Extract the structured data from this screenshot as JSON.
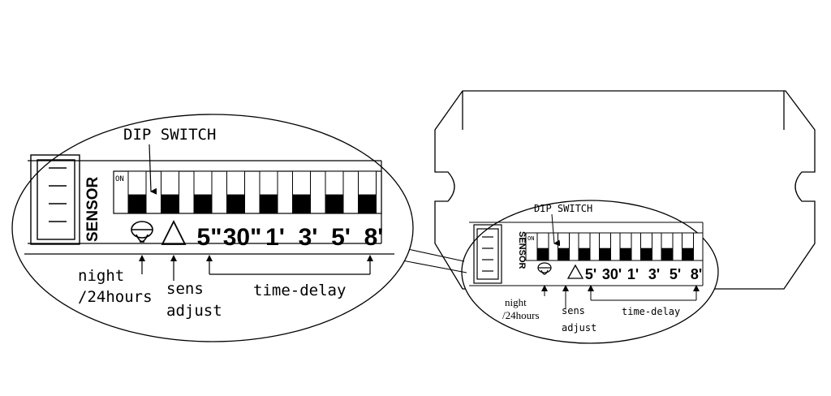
{
  "zoomed": {
    "dip_switch_label": "DIP SWITCH",
    "on_label": "ON",
    "sensor_label": "SENSOR",
    "settings": [
      "5\"",
      "30\"",
      "1'",
      "3'",
      "5'",
      "8'"
    ],
    "callouts": {
      "night": "night",
      "hours": "/24hours",
      "sens": "sens",
      "adjust": "adjust",
      "time_delay": "time-delay"
    }
  },
  "small": {
    "dip_switch_label": "DIP SWITCH",
    "on_label": "ON",
    "sensor_label": "SENSOR",
    "settings": [
      "5'",
      "30'",
      "1'",
      "3'",
      "5'",
      "8'"
    ],
    "callouts": {
      "night": "night",
      "hours": "/24hours",
      "sens": "sens",
      "adjust": "adjust",
      "time_delay": "time-delay"
    }
  },
  "icons": [
    "moon-lamp-icon",
    "triangle-sensitivity-icon",
    "arrow-icon"
  ],
  "colors": {
    "line": "#000000",
    "background": "#ffffff"
  }
}
